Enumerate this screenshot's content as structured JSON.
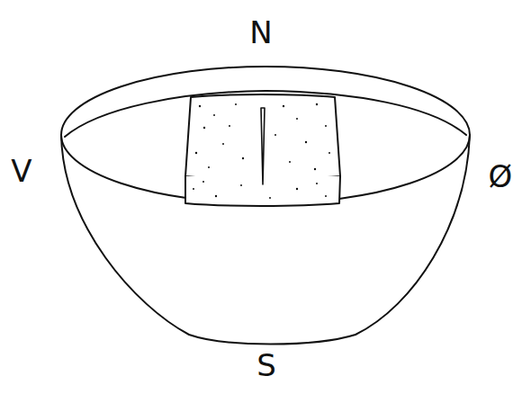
{
  "diagram": {
    "labels": [
      "N",
      "V",
      "Ø",
      "S"
    ]
  }
}
